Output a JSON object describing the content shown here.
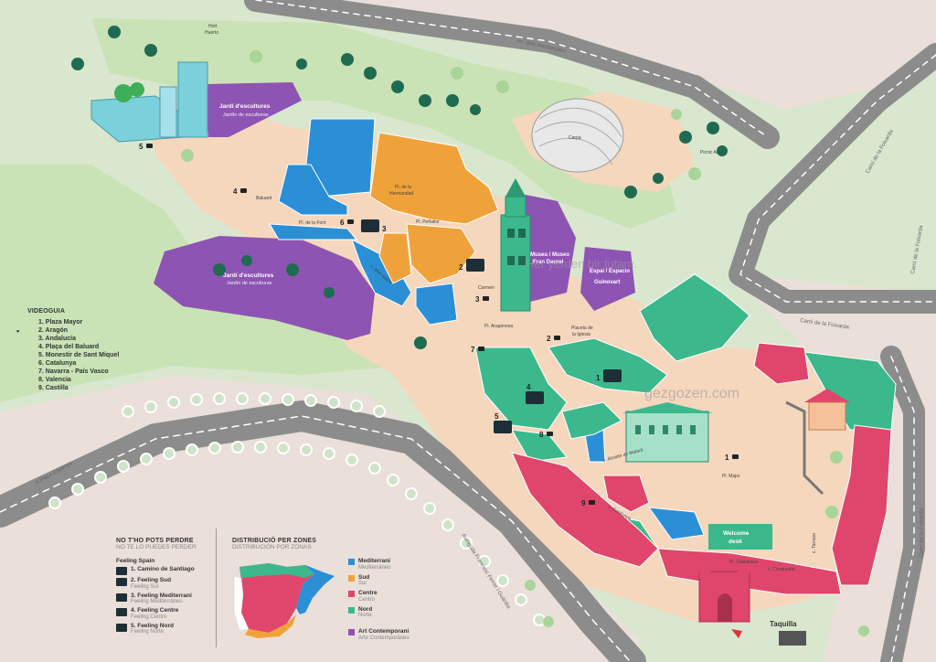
{
  "roads": {
    "montanyans": "Av. dels Montanyans",
    "foixarda1": "Camí de la Foixarda",
    "foixarda2": "Camí de la Foixarda",
    "foixarda3": "Camí de la Foixarda",
    "foixarda4": "Camí de la Foixarda",
    "espanya": "A Plaça Espanya",
    "ferrer": "Avinguda Francesc Ferrer i Guàrdia"
  },
  "places": {
    "hort_ca": "Hort",
    "hort_es": "Huerto",
    "jardi1_ca": "Jardí d'escultures",
    "jardi1_es": "Jardín de esculturas",
    "jardi2_ca": "Jardí d'escultures",
    "jardi2_es": "Jardín de esculturas",
    "carpa": "Carpa",
    "picnic": "Picnic Area",
    "baluard": "Baluard",
    "pl_hermandad_1": "Pl. de la",
    "pl_hermandad_2": "Hermandad",
    "pl_font": "Pl. de la Font",
    "pl_penafior": "Pl. Peñafior",
    "mercaders": "c. Mercaders",
    "museu_1": "Museu / Museo",
    "museu_2": "Fran Daurel",
    "espai_1": "Espai / Espacio",
    "espai_2": "Guinovart",
    "pl_aragonesa": "Pl. Aragonesa",
    "placeta_1": "Placeta de",
    "placeta_2": "la Iglesia",
    "carmen": "Carmen",
    "pl_mayor": "Pl. Major",
    "welcome_1": "Welcome",
    "welcome_2": "desk",
    "pl_castellana": "Pl. Castellana",
    "c_conquesta": "c. Conquesta",
    "c_cataluna": "c. Catalunya",
    "taquilla": "Taquilla",
    "c_tarraco": "c. Tarraco",
    "c_alcalde": "c. Alcalde de Mataró"
  },
  "badges": {
    "n1": "1",
    "n2": "2",
    "n3": "3",
    "n4": "4",
    "n5": "5",
    "n6": "6",
    "n7": "7",
    "n8": "8",
    "n9": "9",
    "f1": "1",
    "f2": "2",
    "f3": "3",
    "f4": "4",
    "f5": "5"
  },
  "videoguia": {
    "title": "VIDEOGUIA",
    "items": [
      "1. Plaza Mayor",
      "2. Aragón",
      "3. Andalucía",
      "4. Plaça del Baluard",
      "5. Monestir de Sant Miquel",
      "6. Catalunya",
      "7. Navarra - País Vasco",
      "8. Valencia",
      "9. Castilla"
    ]
  },
  "not_to_miss": {
    "title_ca": "NO T'HO POTS PERDRE",
    "title_es": "NO TE LO PUEDES PERDER",
    "feeling": "Feeling Spain",
    "items": [
      {
        "ca": "1. Camino de Santiago",
        "es": ""
      },
      {
        "ca": "2. Feeling Sud",
        "es": "Feeling Sur"
      },
      {
        "ca": "3. Feeling Mediterrani",
        "es": "Feeling Mediterráneo"
      },
      {
        "ca": "4. Feeling Centre",
        "es": "Feeling Centro"
      },
      {
        "ca": "5. Feeling Nord",
        "es": "Feeling Norte"
      }
    ]
  },
  "zones": {
    "title_ca": "DISTRIBUCIÓ PER ZONES",
    "title_es": "DISTRIBUCIÓN POR ZONAS",
    "items": [
      {
        "ca": "Mediterrani",
        "es": "Mediterráneo",
        "color": "#2b8fd6"
      },
      {
        "ca": "Sud",
        "es": "Sur",
        "color": "#f0a23a"
      },
      {
        "ca": "Centre",
        "es": "Centro",
        "color": "#e0466c"
      },
      {
        "ca": "Nord",
        "es": "Norte",
        "color": "#3cb88d"
      },
      {
        "ca": "Art Contemporani",
        "es": "Arte Contemporáneo",
        "color": "#8e54b3"
      }
    ]
  },
  "watermark": {
    "line1": "Her yerden bir tutam.",
    "line2": "gezgozen.com"
  },
  "colors": {
    "mediterrani": "#2b8fd6",
    "sud": "#f0a23a",
    "centre": "#e0466c",
    "nord": "#3cb88d",
    "art": "#8e54b3",
    "paving": "#f5d7bd",
    "park": "#d9e7cf",
    "road": "#8c8c8c"
  }
}
